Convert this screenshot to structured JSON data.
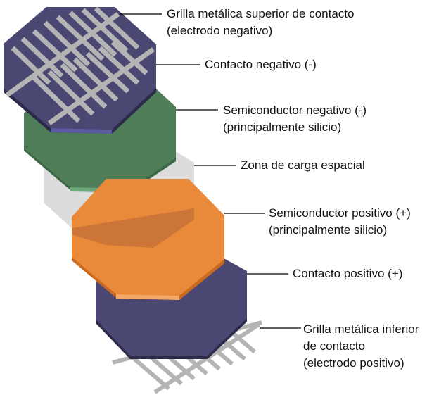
{
  "labels": {
    "top_grid": [
      "Grilla metálica superior de contacto",
      "(electrodo negativo)"
    ],
    "negative_contact": [
      "Contacto negativo (-)"
    ],
    "n_semiconductor": [
      "Semiconductor negativo (-)",
      "(principalmente silicio)"
    ],
    "space_charge": [
      "Zona de carga espacial"
    ],
    "p_semiconductor": [
      "Semiconductor positivo (+)",
      "(principalmente silicio)"
    ],
    "positive_contact": [
      "Contacto positivo (+)"
    ],
    "bottom_grid": [
      "Grilla metálica inferior",
      "de contacto",
      "(electrodo positivo)"
    ]
  },
  "colors": {
    "contact": "#4a4872",
    "contact_edge": "#2c2b4a",
    "n_layer": "#4e7d58",
    "n_edge": "#3d6848",
    "space_charge": "#d6d6d6",
    "p_layer": "#e98a3a",
    "p_edge": "#c96a20",
    "grid_metal": "#b4b4b4",
    "leader_line": "#000000"
  }
}
